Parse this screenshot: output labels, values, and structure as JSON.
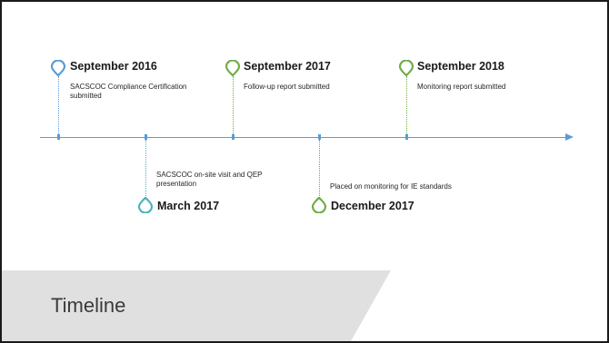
{
  "slide": {
    "title": "Timeline"
  },
  "colors": {
    "axis": "#5b9bd5",
    "blue": "#5b9bd5",
    "teal": "#4cb3c0",
    "green": "#70ad47",
    "footer": "#e0e0e0"
  },
  "events": [
    {
      "date": "September 2016",
      "description": "SACSCOC Compliance Certification submitted",
      "color": "blue"
    },
    {
      "date": "March 2017",
      "description": "SACSCOC on-site visit and QEP presentation",
      "color": "teal"
    },
    {
      "date": "September 2017",
      "description": "Follow-up report submitted",
      "color": "green"
    },
    {
      "date": "December 2017",
      "description": "Placed on monitoring for IE standards",
      "color": "green"
    },
    {
      "date": "September 2018",
      "description": "Monitoring report submitted",
      "color": "green"
    }
  ]
}
